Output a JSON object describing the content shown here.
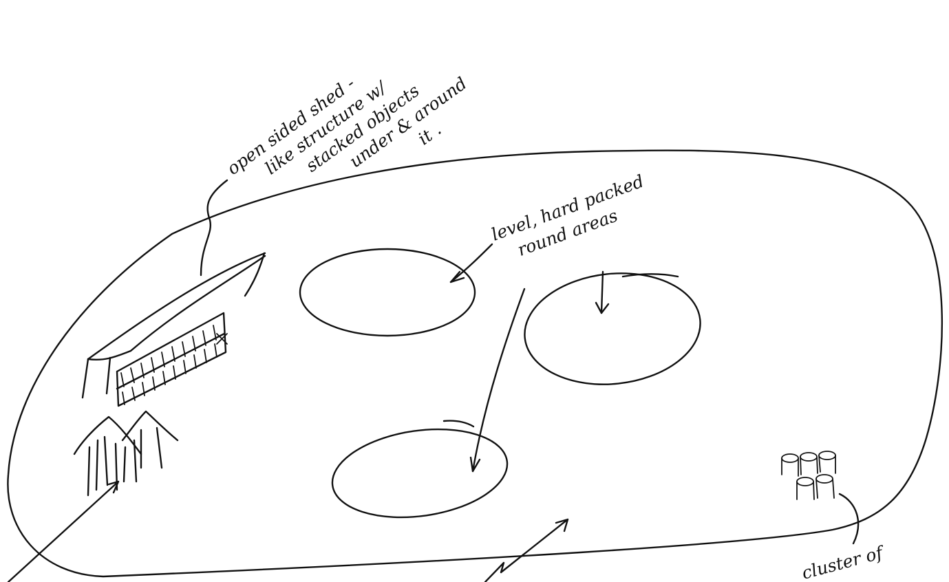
{
  "annotations": {
    "shed_label": [
      "open sided shed -",
      "like structure w/",
      "stacked objects",
      "under & around",
      "it ."
    ],
    "pads_label": [
      "level, hard packed",
      "round areas"
    ],
    "cluster_label": "cluster of"
  },
  "colors": {
    "ink": "#111111",
    "paper": "#ffffff"
  }
}
